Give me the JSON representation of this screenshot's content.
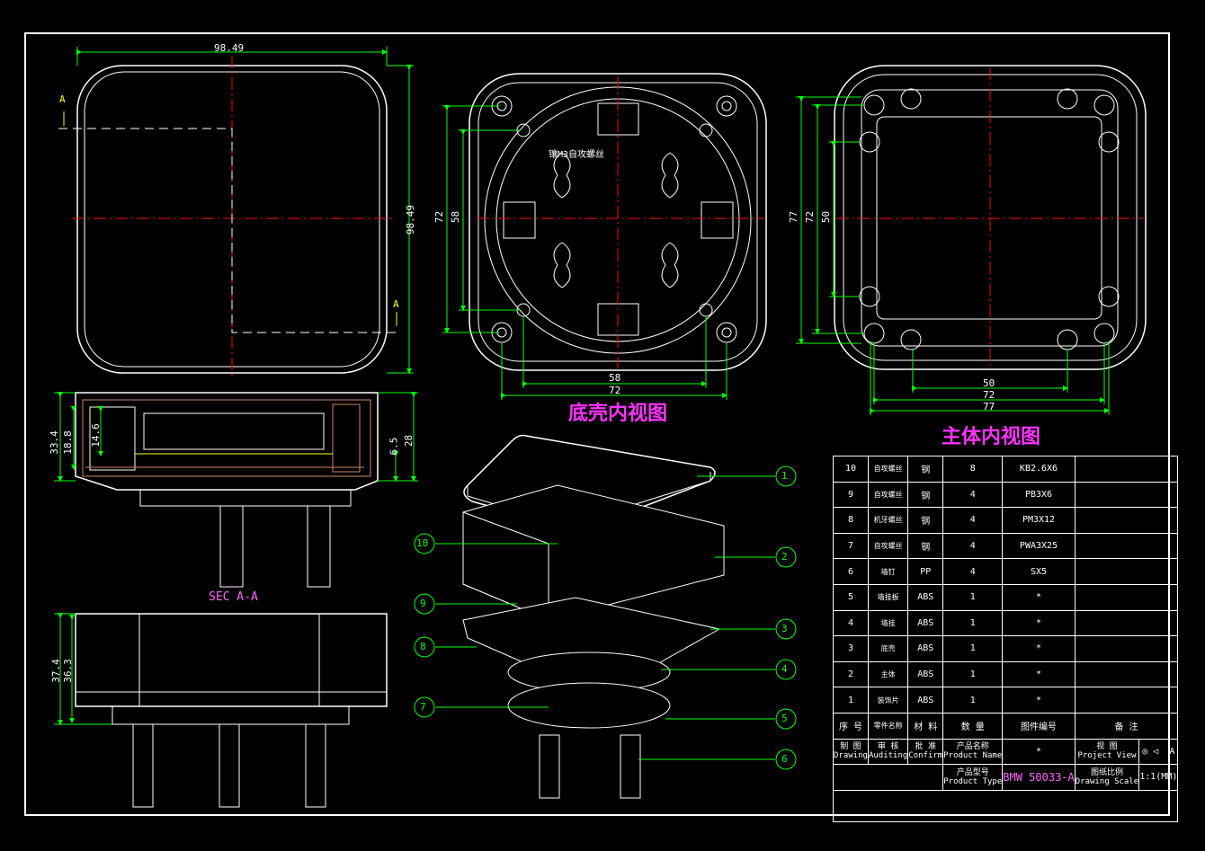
{
  "views": {
    "base_inner_title": "底壳内视图",
    "body_inner_title": "主体内视图",
    "section_label": "SEC A-A",
    "section_marker": "A",
    "base_note": "镶M3自攻螺丝"
  },
  "dimensions": {
    "top_width": "98.49",
    "top_height": "98.49",
    "base_h1": "72",
    "base_h2": "58",
    "base_w1": "58",
    "base_w2": "72",
    "body_h1": "77",
    "body_h2": "72",
    "body_h3": "50",
    "body_w1": "50",
    "body_w2": "72",
    "body_w3": "77",
    "sec_h1": "33.4",
    "sec_h2": "18.8",
    "sec_h3": "14.6",
    "sec_h4": "6.5",
    "sec_h5": "28",
    "side_h1": "37.4",
    "side_h2": "36.3"
  },
  "balloons": [
    "1",
    "2",
    "3",
    "4",
    "5",
    "6",
    "7",
    "8",
    "9",
    "10"
  ],
  "bom": {
    "rows": [
      {
        "no": "10",
        "name": "自攻螺丝",
        "material": "钢",
        "qty": "8",
        "part": "KB2.6X6"
      },
      {
        "no": "9",
        "name": "自攻螺丝",
        "material": "钢",
        "qty": "4",
        "part": "PB3X6"
      },
      {
        "no": "8",
        "name": "机牙螺丝",
        "material": "钢",
        "qty": "4",
        "part": "PM3X12"
      },
      {
        "no": "7",
        "name": "自攻螺丝",
        "material": "钢",
        "qty": "4",
        "part": "PWA3X25"
      },
      {
        "no": "6",
        "name": "墙钉",
        "material": "PP",
        "qty": "4",
        "part": "SX5"
      },
      {
        "no": "5",
        "name": "墙挂板",
        "material": "ABS",
        "qty": "1",
        "part": "*"
      },
      {
        "no": "4",
        "name": "墙挂",
        "material": "ABS",
        "qty": "1",
        "part": "*"
      },
      {
        "no": "3",
        "name": "底壳",
        "material": "ABS",
        "qty": "1",
        "part": "*"
      },
      {
        "no": "2",
        "name": "主体",
        "material": "ABS",
        "qty": "1",
        "part": "*"
      },
      {
        "no": "1",
        "name": "装饰片",
        "material": "ABS",
        "qty": "1",
        "part": "*"
      }
    ],
    "header": {
      "no": "序 号",
      "name": "零件名称",
      "material": "材 料",
      "qty": "数 量",
      "part": "图件编号",
      "remark": "备 注"
    },
    "footer": {
      "drawing_cn": "制 图",
      "drawing_en": "Drawing",
      "auditing_cn": "审 核",
      "auditing_en": "Auditing",
      "confirm_cn": "批 准",
      "confirm_en": "Confirm",
      "pname_cn": "产品名称",
      "pname_en": "Product Name",
      "pname_val": "*",
      "view_cn": "视 图",
      "view_en": "Project View",
      "view_val": "A",
      "ptype_cn": "产品型号",
      "ptype_en": "Product Type",
      "ptype_val": "BMW 50033-A",
      "scale_cn": "图纸比例",
      "scale_en": "Drawing Scale",
      "scale_val": "1:1(MM)"
    }
  }
}
